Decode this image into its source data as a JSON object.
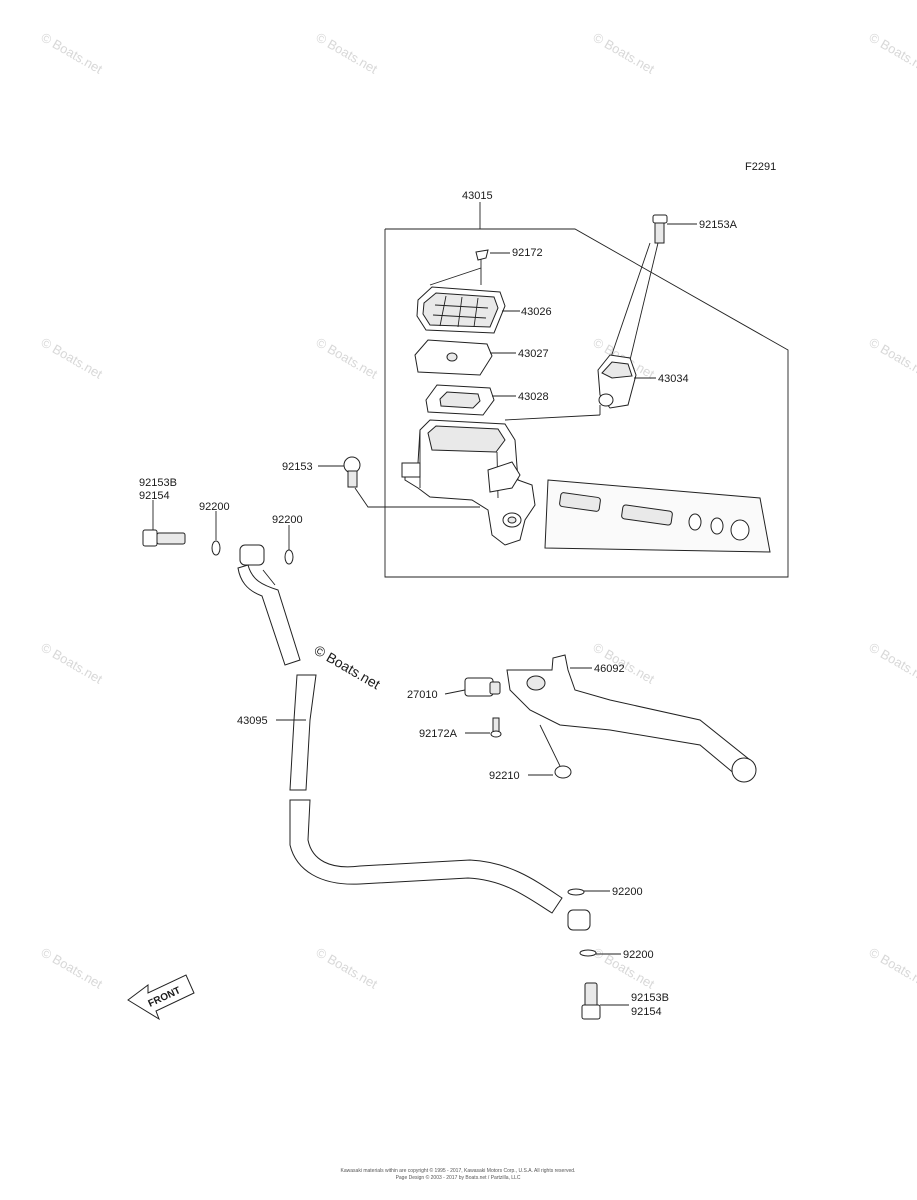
{
  "diagram_code": "F2291",
  "watermark": "© Boats.net",
  "front_arrow_text": "FRONT",
  "labels": {
    "assembly": "43015",
    "bolt_top": "92153A",
    "cap_screw": "92172",
    "cap": "43026",
    "plate": "43027",
    "diaphragm": "43028",
    "holder": "43034",
    "reservoir_screw": "92153",
    "banjo_left_a": "92153B",
    "banjo_left_b": "92154",
    "washer_left_1": "92200",
    "washer_left_2": "92200",
    "hose": "43095",
    "switch": "27010",
    "switch_screw": "92172A",
    "lever": "46092",
    "lever_nut": "92210",
    "washer_right_1": "92200",
    "washer_right_2": "92200",
    "banjo_right_a": "92153B",
    "banjo_right_b": "92154"
  },
  "footer": {
    "line1": "Kawasaki materials within are copyright © 1995 - 2017, Kawasaki Motors Corp., U.S.A. All rights reserved.",
    "line2": "Page Design © 2003 - 2017 by Boats.net / Partzilla, LLC"
  }
}
